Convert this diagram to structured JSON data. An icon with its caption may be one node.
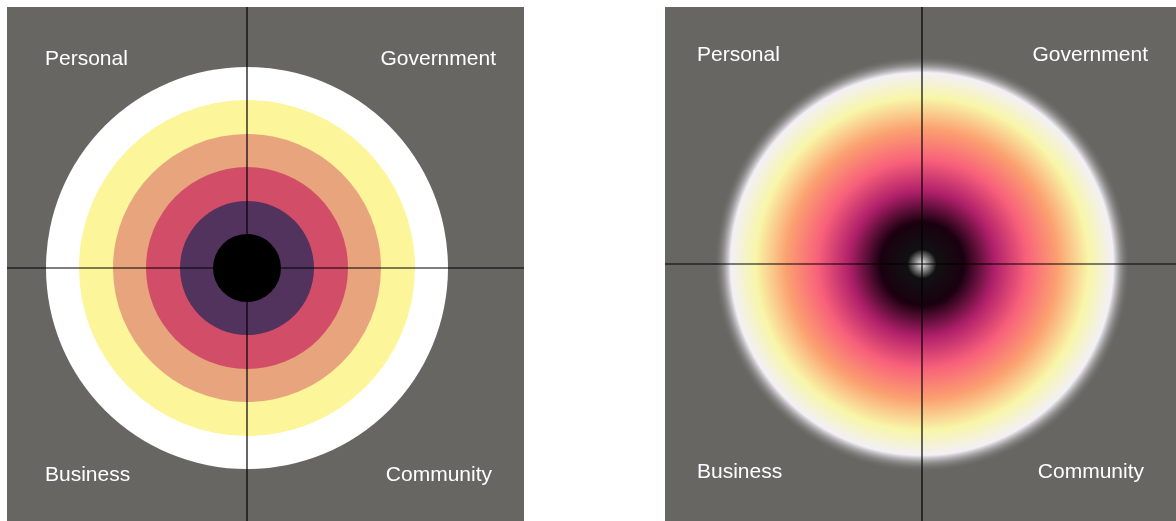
{
  "diagram": {
    "labels": [
      "Personal",
      "Government",
      "Business",
      "Community",
      "Personal",
      "Government",
      "Business",
      "Community"
    ]
  }
}
